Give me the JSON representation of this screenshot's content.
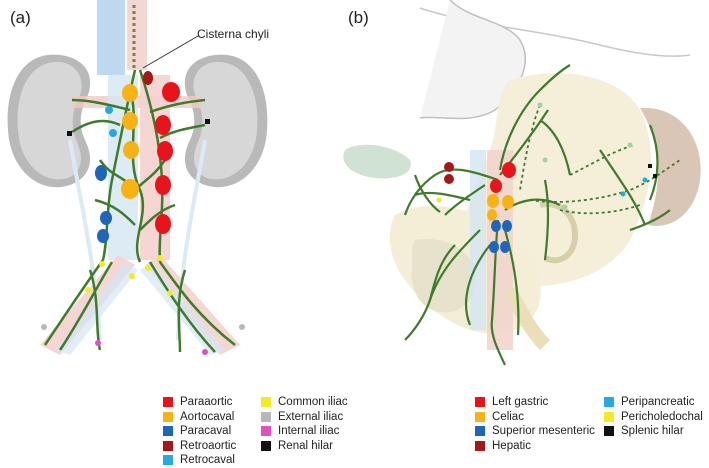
{
  "panels": [
    {
      "id": "a",
      "label": "(a)"
    },
    {
      "id": "b",
      "label": "(b)"
    }
  ],
  "annotation": "Cisterna chyli",
  "legend_a": [
    {
      "label": "Paraaortic",
      "color": "#e8141c"
    },
    {
      "label": "Aortocaval",
      "color": "#f7b316"
    },
    {
      "label": "Paracaval",
      "color": "#1f65b8"
    },
    {
      "label": "Retroaortic",
      "color": "#a31818"
    },
    {
      "label": "Retrocaval",
      "color": "#25a9e0"
    },
    {
      "label": "Common iliac",
      "color": "#f2ea23"
    },
    {
      "label": "External iliac",
      "color": "#b8b8b8"
    },
    {
      "label": "Internal  iliac",
      "color": "#e24ec4"
    },
    {
      "label": "Renal hilar",
      "color": "#111111"
    }
  ],
  "legend_b": [
    {
      "label": "Left gastric",
      "color": "#e8141c"
    },
    {
      "label": "Celiac",
      "color": "#f7b316"
    },
    {
      "label": "Superior mesenteric",
      "color": "#1f65b8"
    },
    {
      "label": "Hepatic",
      "color": "#a31818"
    },
    {
      "label": "Peripancreatic",
      "color": "#25a9e0"
    },
    {
      "label": "Pericholedochal",
      "color": "#f2ea23"
    },
    {
      "label": "Splenic hilar",
      "color": "#111111"
    }
  ]
}
